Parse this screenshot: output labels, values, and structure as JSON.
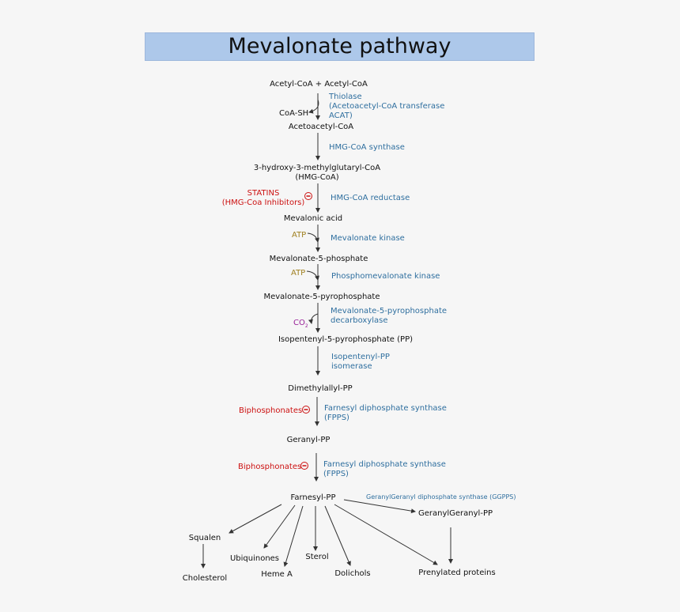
{
  "title": "Mevalonate pathway",
  "molecules": {
    "acetyl": "Acetyl-CoA + Acetyl-CoA",
    "coash": "CoA-SH",
    "acetoacetyl": "Acetoacetyl-CoA",
    "hmgcoa_1": "3-hydroxy-3-methylglutaryl-CoA",
    "hmgcoa_2": "(HMG-CoA)",
    "mevalonic": "Mevalonic acid",
    "mev5p": "Mevalonate-5-phosphate",
    "mev5pp": "Mevalonate-5-pyrophosphate",
    "ipp": "Isopentenyl-5-pyrophosphate (PP)",
    "dmapp": "Dimethylallyl-PP",
    "gpp": "Geranyl-PP",
    "fpp": "Farnesyl-PP",
    "ggpp": "GeranylGeranyl-PP",
    "squalen": "Squalen",
    "cholesterol": "Cholesterol",
    "ubiquinones": "Ubiquinones",
    "hemea": "Heme A",
    "sterol": "Sterol",
    "dolichols": "Dolichols",
    "prenylated": "Prenylated proteins"
  },
  "cofactors": {
    "atp": "ATP",
    "co2_main": "CO",
    "co2_sub": "2"
  },
  "enzymes": {
    "thiolase_1": "Thiolase",
    "thiolase_2": "(Acetoacetyl-CoA transferase",
    "thiolase_3": "ACAT)",
    "hmg_synthase": "HMG-CoA synthase",
    "hmg_reductase": "HMG-CoA reductase",
    "mev_kinase": "Mevalonate kinase",
    "pmev_kinase": "Phosphomevalonate kinase",
    "decarb_1": "Mevalonate-5-pyrophosphate",
    "decarb_2": "decarboxylase",
    "isomerase_1": "Isopentenyl-PP",
    "isomerase_2": "isomerase",
    "fpps_1": "Farnesyl diphosphate synthase",
    "fpps_2": "(FPPS)",
    "ggpps": "GeranylGeranyl diphosphate synthase (GGPPS)"
  },
  "inhibitors": {
    "statins_1": "STATINS",
    "statins_2": "(HMG-Coa Inhibitors)",
    "biphosphonates": "Biphosphonates"
  },
  "colors": {
    "enzyme": "#2f6f9f",
    "inhibitor": "#cc1111",
    "atp": "#a08020",
    "co2": "#992299",
    "title_bg": "#adc8ea"
  }
}
